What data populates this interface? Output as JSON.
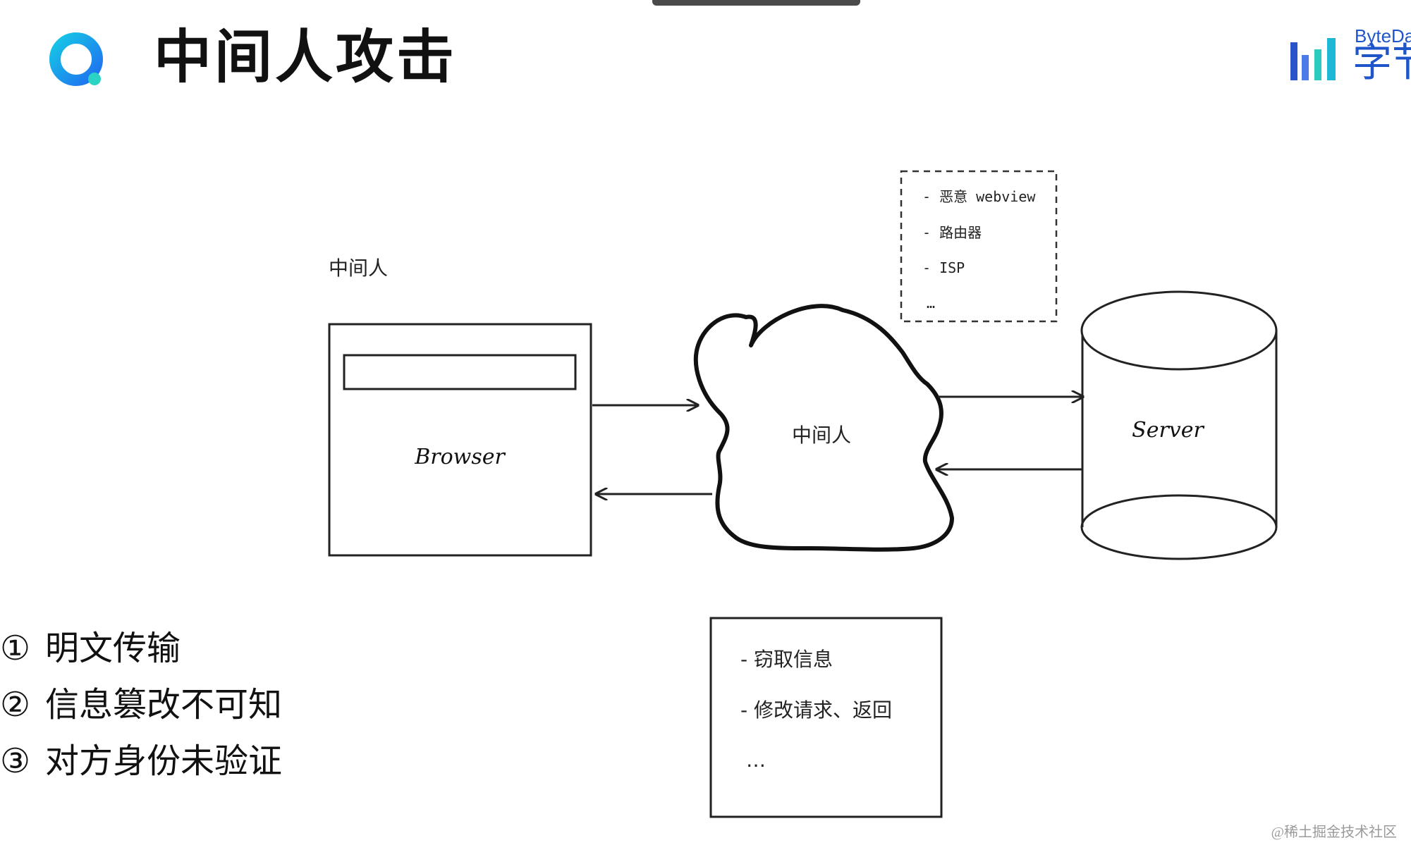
{
  "slide": {
    "title": "中间人攻击",
    "brand": {
      "name_en": "ByteDa",
      "name_cn": "字节",
      "color": "#1e55c8"
    },
    "watermark": "@稀土掘金技术社区"
  },
  "diagram": {
    "label_top": "中间人",
    "browser_label": "Browser",
    "middle_label": "中间人",
    "server_label": "Server",
    "attacker_types": [
      "- 恶意 webview",
      "- 路由器",
      "- ISP",
      "…"
    ],
    "attacker_actions": [
      "- 窃取信息",
      "- 修改请求、返回",
      "…"
    ]
  },
  "points": [
    {
      "num": "①",
      "text": "明文传输"
    },
    {
      "num": "②",
      "text": "信息篡改不可知"
    },
    {
      "num": "③",
      "text": "对方身份未验证"
    }
  ]
}
